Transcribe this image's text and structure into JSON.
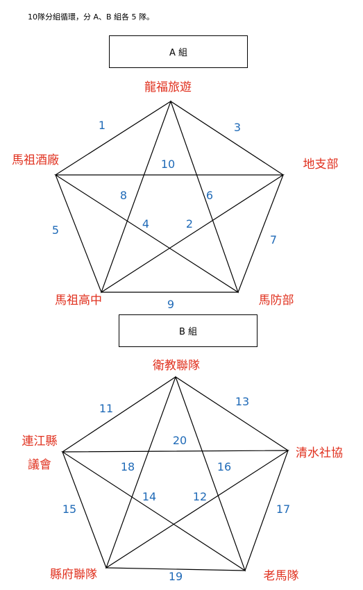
{
  "intro_text": "10隊分組循環，分 A、B 組各 5 隊。",
  "groups": [
    {
      "title": "A 組",
      "teams": [
        "龍福旅遊",
        "地支部",
        "馬防部",
        "馬祖高中",
        "馬祖酒廠"
      ],
      "matches": [
        "1",
        "3",
        "10",
        "8",
        "6",
        "4",
        "2",
        "5",
        "7",
        "9"
      ]
    },
    {
      "title": "B 組",
      "teams": [
        "衛教聯隊",
        "清水社協",
        "老馬隊",
        "縣府聯隊",
        "連江縣",
        "議會"
      ],
      "matches": [
        "11",
        "13",
        "20",
        "18",
        "16",
        "14",
        "12",
        "15",
        "17",
        "19"
      ]
    }
  ],
  "colors": {
    "team": "#e0301e",
    "match": "#1f6ab7",
    "line": "#000000"
  }
}
